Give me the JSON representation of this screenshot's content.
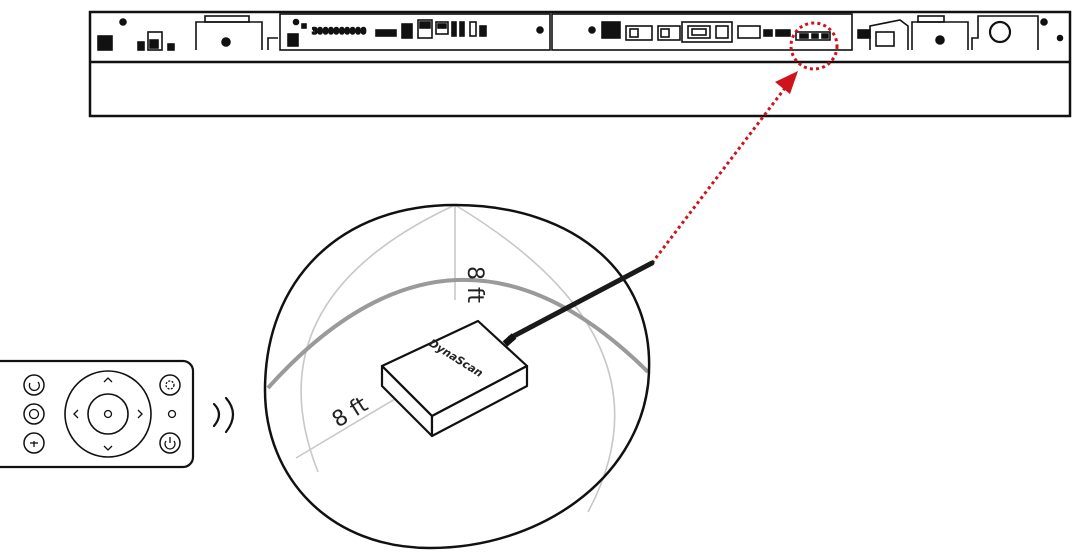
{
  "labels": {
    "vertical_range": "8 ft",
    "horizontal_range": "8 ft"
  },
  "device": {
    "brand": "DynaScan"
  },
  "panel": {
    "port_text": "3000000000"
  },
  "colors": {
    "line": "#111111",
    "dome_rim": "#9a9a9a",
    "guide": "#c8c8c8",
    "pointer": "#d0121b"
  },
  "icons": {
    "remote": "remote-control-icon",
    "signal": "ir-signal-icon",
    "receiver": "ir-receiver-icon"
  }
}
